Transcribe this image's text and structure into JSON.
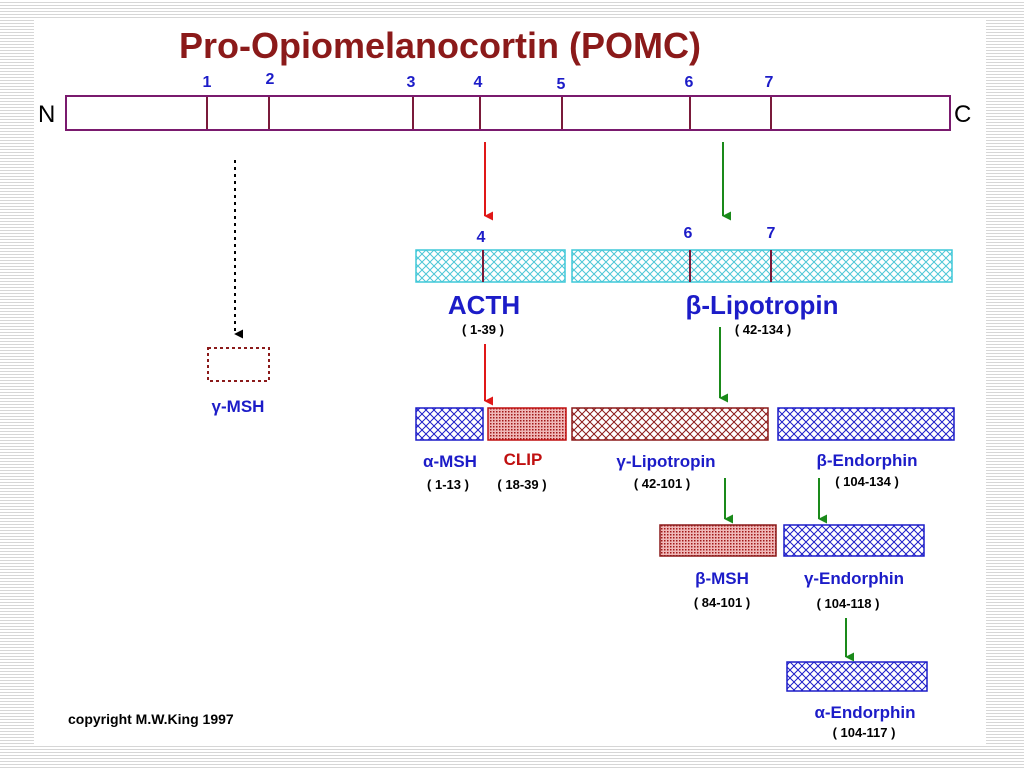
{
  "title": "Pro-Opiomelanocortin (POMC)",
  "terminal_n": "N",
  "terminal_c": "C",
  "cleavage_sites": [
    "1",
    "2",
    "3",
    "4",
    "5",
    "6",
    "7"
  ],
  "acth": {
    "site": "4",
    "name": "ACTH",
    "range": "( 1-39 )"
  },
  "b_lipotropin": {
    "sites": [
      "6",
      "7"
    ],
    "name": "β-Lipotropin",
    "range": "( 42-134 )"
  },
  "g_msh": {
    "name": "γ-MSH"
  },
  "a_msh": {
    "name": "α-MSH",
    "range": "( 1-13 )"
  },
  "clip": {
    "name": "CLIP",
    "range": "( 18-39 )"
  },
  "g_lipotropin": {
    "name": "γ-Lipotropin",
    "range": "( 42-101 )"
  },
  "b_endorphin": {
    "name": "β-Endorphin",
    "range": "( 104-134 )"
  },
  "b_msh": {
    "name": "β-MSH",
    "range": "( 84-101 )"
  },
  "g_endorphin": {
    "name": "γ-Endorphin",
    "range": "( 104-118 )"
  },
  "a_endorphin": {
    "name": "α-Endorphin",
    "range": "( 104-117 )"
  },
  "copyright": "copyright M.W.King 1997",
  "colors": {
    "title": "#8b1a1a",
    "label_blue": "#1c1cc8",
    "label_red": "#c01010",
    "precursor_outline": "#7a1a6e",
    "cyan_box": "#3fc8d8",
    "arrow_red": "#e01818",
    "arrow_green": "#1a8a1a"
  }
}
